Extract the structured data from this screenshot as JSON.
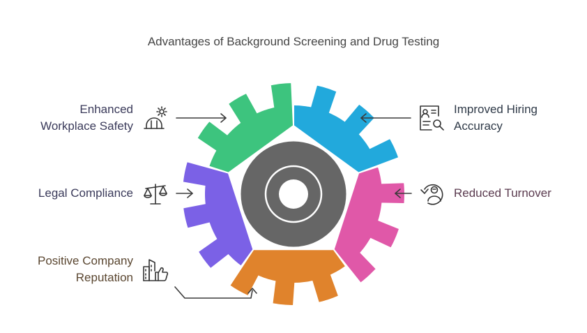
{
  "title": "Advantages of Background Screening and Drug Testing",
  "items": [
    {
      "text_1": "Enhanced",
      "text_2": "Workplace Safety",
      "color": "#3dc47e",
      "icon": "hard-hat-gear-icon",
      "text_color": "#3a3a5a"
    },
    {
      "text_1": "Legal Compliance",
      "text_2": "",
      "color": "#7b61e6",
      "icon": "scales-icon",
      "text_color": "#3a3a5a"
    },
    {
      "text_1": "Positive Company",
      "text_2": "Reputation",
      "color": "#e0832c",
      "icon": "buildings-thumbs-up-icon",
      "text_color": "#5a4630"
    },
    {
      "text_1": "Improved Hiring",
      "text_2": "Accuracy",
      "color": "#22a9dc",
      "icon": "profile-search-icon",
      "text_color": "#2f3a48"
    },
    {
      "text_1": "Reduced Turnover",
      "text_2": "",
      "color": "#e058a8",
      "icon": "person-return-icon",
      "text_color": "#5a3a4e"
    }
  ],
  "center_color": "#666666"
}
